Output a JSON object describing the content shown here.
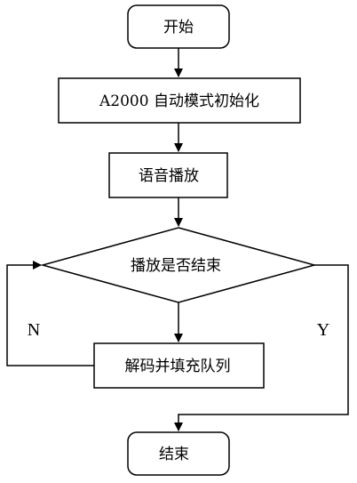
{
  "diagram": {
    "nodes": {
      "start": "开始",
      "init": "A2000 自动模式初始化",
      "play": "语音播放",
      "decision": "播放是否结束",
      "decode": "解码并填充队列",
      "end": "结束"
    },
    "edges": {
      "no_label": "N",
      "yes_label": "Y"
    }
  }
}
